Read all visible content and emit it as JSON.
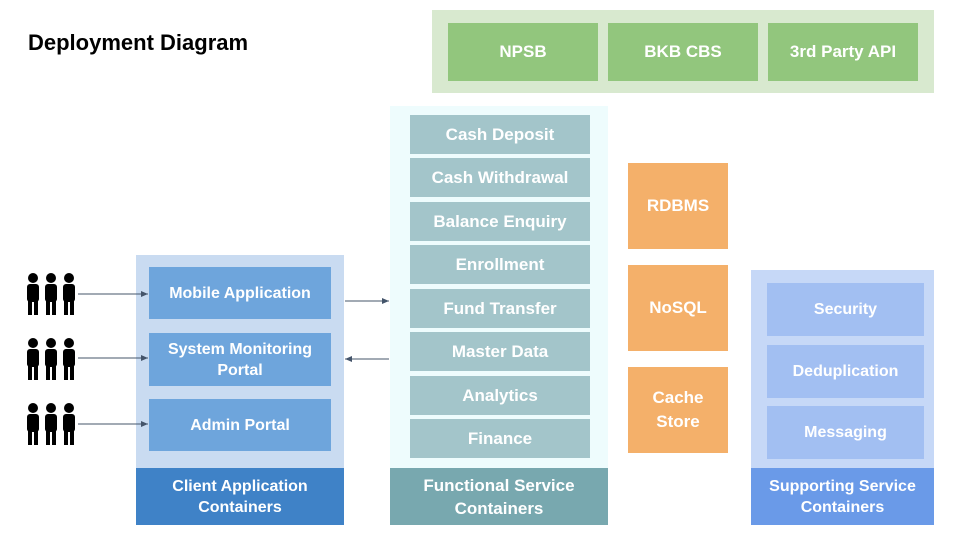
{
  "title": "Deployment Diagram",
  "external_systems": [
    "NPSB",
    "BKB CBS",
    "3rd Party API"
  ],
  "client": {
    "items": [
      "Mobile Application",
      "System Monitoring Portal",
      "Admin Portal"
    ],
    "footer": "Client Application Containers"
  },
  "functional": {
    "items": [
      "Cash Deposit",
      "Cash Withdrawal",
      "Balance Enquiry",
      "Enrollment",
      "Fund Transfer",
      "Master Data",
      "Analytics",
      "Finance"
    ],
    "footer": "Functional Service Containers"
  },
  "data_stores": [
    "RDBMS",
    "NoSQL",
    "Cache Store"
  ],
  "supporting": {
    "items": [
      "Security",
      "Deduplication",
      "Messaging"
    ],
    "footer": "Supporting Service Containers"
  },
  "colors": {
    "external_panel": "#d8e9cf",
    "external_box": "#92c67d",
    "client_panel": "#c9dbf1",
    "client_box": "#6ea5dc",
    "client_footer": "#3f82c7",
    "functional_panel": "#eefcfd",
    "functional_box": "#a3c5ca",
    "functional_footer": "#78a8af",
    "data_store": "#f4b06a",
    "supporting_panel": "#c6d8f7",
    "supporting_box": "#a2bff2",
    "supporting_footer": "#6a9ae8"
  },
  "icons": [
    "user-group-icon",
    "user-group-icon",
    "user-group-icon"
  ]
}
